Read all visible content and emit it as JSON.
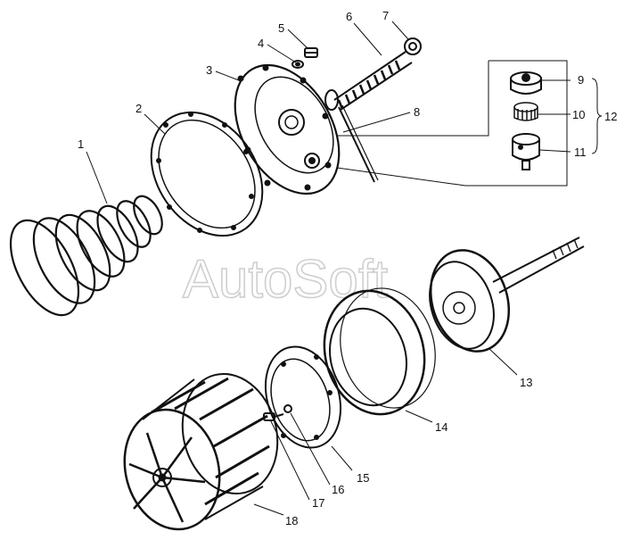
{
  "watermark": "AutoSoft",
  "callouts": [
    "1",
    "2",
    "3",
    "4",
    "5",
    "6",
    "7",
    "8",
    "9",
    "10",
    "11",
    "12",
    "13",
    "14",
    "15",
    "16",
    "17",
    "18"
  ]
}
